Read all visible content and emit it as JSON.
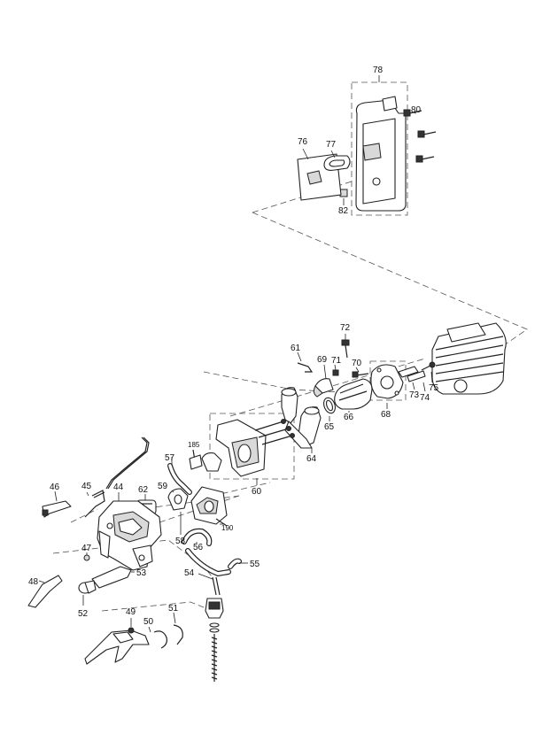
{
  "labels": {
    "n45": "45",
    "n46": "46",
    "n44": "44",
    "n47": "47",
    "n48": "48",
    "n49": "49",
    "n50": "50",
    "n51": "51",
    "n52": "52",
    "n53": "53",
    "n54": "54",
    "n55": "55",
    "n56": "56",
    "n57": "57",
    "n58": "58",
    "n59": "59",
    "n60": "60",
    "n61": "61",
    "n62": "62",
    "n64": "64",
    "n65": "65",
    "n66": "66",
    "n68": "68",
    "n69": "69",
    "n70": "70",
    "n71": "71",
    "n72": "72",
    "n73": "73",
    "n74": "74",
    "n75": "75",
    "n76": "76",
    "n77": "77",
    "n78": "78",
    "n80": "80",
    "n82": "82",
    "n185": "185",
    "n190": "190"
  }
}
